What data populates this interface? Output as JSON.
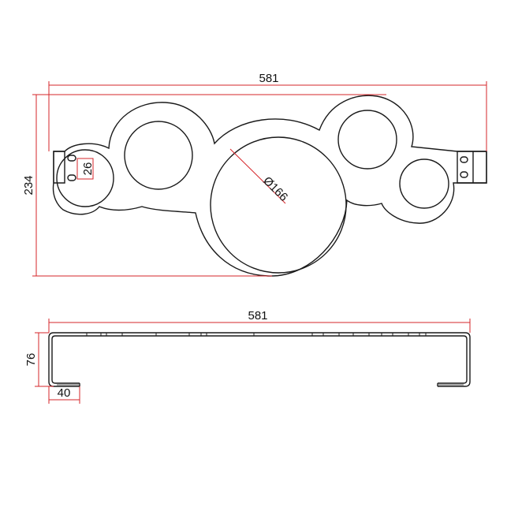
{
  "colors": {
    "background": "#ffffff",
    "part_outline": "#1a1a1a",
    "dimension_line": "#d6252a",
    "dimension_text": "#111111"
  },
  "top_view": {
    "overall_width_label": "581",
    "overall_height_label": "234",
    "slot_height_label": "26",
    "large_hole_diameter_label": "Ø166"
  },
  "side_view": {
    "overall_width_label": "581",
    "height_label": "76",
    "flange_label": "40"
  }
}
